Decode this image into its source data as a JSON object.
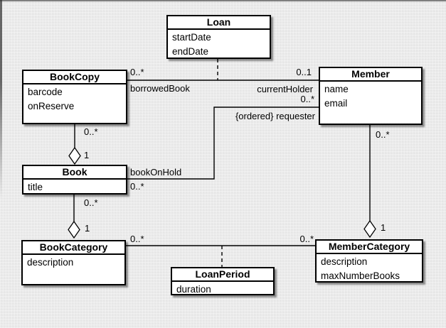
{
  "diagram": {
    "kind": "uml-class-diagram",
    "subject": "library loan model"
  },
  "colors": {
    "background": "#e9e9e9",
    "box_fill": "#ffffff",
    "box_border": "#000000",
    "line": "#000000",
    "text": "#000000",
    "shadow": "rgba(0,0,0,0.42)"
  },
  "classes": {
    "loan": {
      "name": "Loan",
      "attributes": [
        "startDate",
        "endDate"
      ]
    },
    "book_copy": {
      "name": "BookCopy",
      "attributes": [
        "barcode",
        "onReserve"
      ]
    },
    "member": {
      "name": "Member",
      "attributes": [
        "name",
        "email"
      ]
    },
    "book": {
      "name": "Book",
      "attributes": [
        "title"
      ]
    },
    "book_category": {
      "name": "BookCategory",
      "attributes": [
        "description"
      ]
    },
    "member_category": {
      "name": "MemberCategory",
      "attributes": [
        "description",
        "maxNumberBooks"
      ]
    },
    "loan_period": {
      "name": "LoanPeriod",
      "attributes": [
        "duration"
      ]
    }
  },
  "associations": [
    {
      "from": "BookCopy",
      "to": "Member",
      "line": "solid",
      "from_mult": "0..*",
      "from_role": "borrowedBook",
      "to_mult": "0..1",
      "to_role": "currentHolder",
      "association_class": "Loan"
    },
    {
      "from": "Book",
      "to": "Member",
      "line": "solid",
      "from_role": "bookOnHold",
      "from_mult": "0..*",
      "to_mult": "0..*",
      "to_role": "{ordered} requester"
    },
    {
      "type": "aggregation",
      "whole": "Book",
      "part": "BookCopy",
      "part_mult": "0..*",
      "whole_mult": "1"
    },
    {
      "type": "aggregation",
      "whole": "BookCategory",
      "part": "Book",
      "part_mult": "0..*",
      "whole_mult": "1"
    },
    {
      "type": "aggregation",
      "whole": "MemberCategory",
      "part": "Member",
      "part_mult": "0..*",
      "whole_mult": "1"
    },
    {
      "from": "BookCategory",
      "to": "MemberCategory",
      "line": "solid",
      "from_mult": "0..*",
      "to_mult": "0..*",
      "association_class": "LoanPeriod"
    }
  ]
}
